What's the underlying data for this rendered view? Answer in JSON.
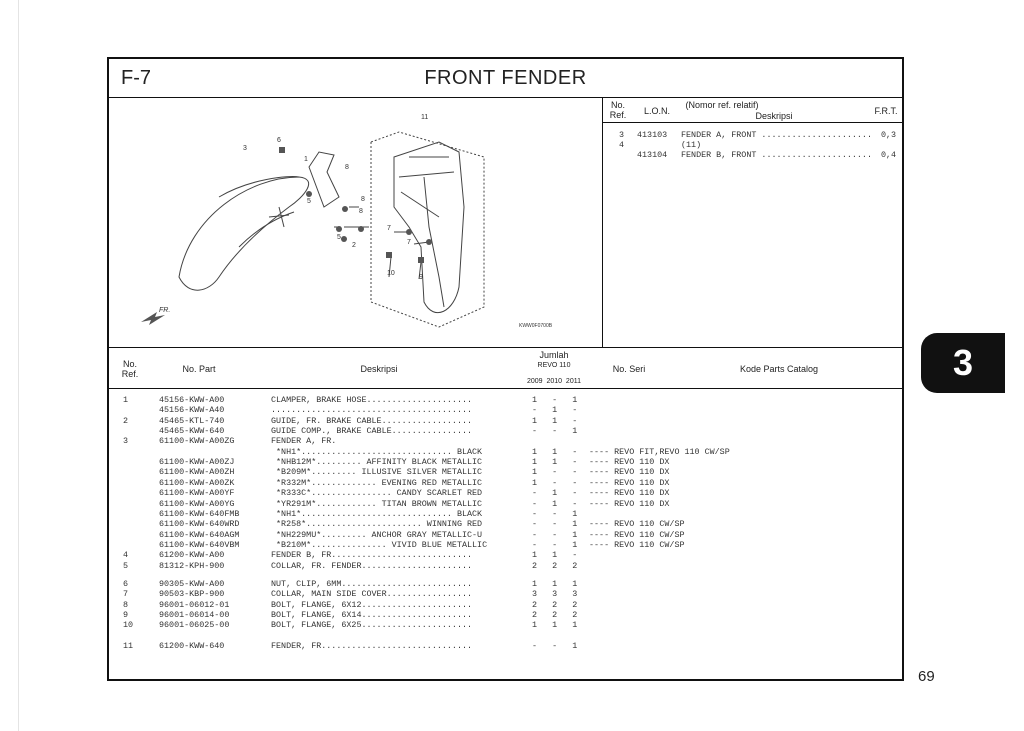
{
  "header": {
    "code": "F-7",
    "title": "FRONT FENDER"
  },
  "lon_table": {
    "headers": {
      "no_ref": "No.\nRef.",
      "lon": "L.O.N.",
      "nomor_ref": "(Nomor ref. relatif)",
      "deskripsi": "Deskripsi",
      "frt": "F.R.T."
    },
    "rows": [
      {
        "no": "3",
        "lon": "413103",
        "desc": "FENDER A, FRONT ......................",
        "frt": "0,3"
      },
      {
        "no": "4",
        "lon": "",
        "desc": "(11)",
        "frt": ""
      },
      {
        "no": "",
        "lon": "413104",
        "desc": "FENDER B, FRONT ......................",
        "frt": "0,4"
      }
    ]
  },
  "diagram": {
    "labels": [
      "11",
      "6",
      "3",
      "1",
      "8",
      "5",
      "8",
      "5",
      "2",
      "7",
      "7",
      "10",
      "9",
      "8"
    ],
    "fr_label": "FR.",
    "code_label": "KWW0F0700B"
  },
  "parts_header": {
    "no_ref": "No.\nRef.",
    "no_part": "No. Part",
    "deskripsi": "Deskripsi",
    "jumlah": "Jumlah",
    "model": "REVO 110",
    "years": "2009  2010  2011",
    "no_seri": "No. Seri",
    "kode": "Kode Parts Catalog"
  },
  "parts": [
    {
      "ref": "1",
      "part": "45156-KWW-A00",
      "desc": "CLAMPER, BRAKE HOSE.....................",
      "q": "1   -   1",
      "seri": ""
    },
    {
      "ref": "",
      "part": "45156-KWW-A40",
      "desc": "........................................",
      "q": "-   1   -",
      "seri": ""
    },
    {
      "ref": "2",
      "part": "45465-KTL-740",
      "desc": "GUIDE, FR. BRAKE CABLE..................",
      "q": "1   1   -",
      "seri": ""
    },
    {
      "ref": "",
      "part": "45465-KWW-640",
      "desc": "GUIDE COMP., BRAKE CABLE................",
      "q": "-   -   1",
      "seri": ""
    },
    {
      "ref": "3",
      "part": "61100-KWW-A00ZG",
      "desc": "FENDER A, FR.",
      "q": "",
      "seri": ""
    },
    {
      "ref": "",
      "part": "",
      "desc": " *NH1*.............................. BLACK",
      "q": "1   1   -",
      "seri": "---- REVO FIT,REVO 110 CW/SP"
    },
    {
      "ref": "",
      "part": "61100-KWW-A00ZJ",
      "desc": " *NHB12M*......... AFFINITY BLACK METALLIC",
      "q": "1   1   -",
      "seri": "---- REVO 110 DX"
    },
    {
      "ref": "",
      "part": "61100-KWW-A00ZH",
      "desc": " *B209M*......... ILLUSIVE SILVER METALLIC",
      "q": "1   -   -",
      "seri": "---- REVO 110 DX"
    },
    {
      "ref": "",
      "part": "61100-KWW-A00ZK",
      "desc": " *R332M*............. EVENING RED METALLIC",
      "q": "1   -   -",
      "seri": "---- REVO 110 DX"
    },
    {
      "ref": "",
      "part": "61100-KWW-A00YF",
      "desc": " *R333C*................ CANDY SCARLET RED",
      "q": "-   1   -",
      "seri": "---- REVO 110 DX"
    },
    {
      "ref": "",
      "part": "61100-KWW-A00YG",
      "desc": " *YR291M*............ TITAN BROWN METALLIC",
      "q": "-   1   -",
      "seri": "---- REVO 110 DX"
    },
    {
      "ref": "",
      "part": "61100-KWW-640FMB",
      "desc": " *NH1*.............................. BLACK",
      "q": "-   -   1",
      "seri": ""
    },
    {
      "ref": "",
      "part": "61100-KWW-640WRD",
      "desc": " *R258*....................... WINNING RED",
      "q": "-   -   1",
      "seri": "---- REVO 110 CW/SP"
    },
    {
      "ref": "",
      "part": "61100-KWW-640AGM",
      "desc": " *NH229MU*......... ANCHOR GRAY METALLIC-U",
      "q": "-   -   1",
      "seri": "---- REVO 110 CW/SP"
    },
    {
      "ref": "",
      "part": "61100-KWW-640VBM",
      "desc": " *B210M*............... VIVID BLUE METALLIC",
      "q": "-   -   1",
      "seri": "---- REVO 110 CW/SP"
    },
    {
      "ref": "4",
      "part": "61200-KWW-A00",
      "desc": "FENDER B, FR............................",
      "q": "1   1   -",
      "seri": ""
    },
    {
      "ref": "5",
      "part": "81312-KPH-900",
      "desc": "COLLAR, FR. FENDER......................",
      "q": "2   2   2",
      "seri": ""
    },
    {
      "ref": "6",
      "part": "90305-KWW-A00",
      "desc": "NUT, CLIP, 6MM..........................",
      "q": "1   1   1",
      "seri": ""
    },
    {
      "ref": "7",
      "part": "90503-KBP-900",
      "desc": "COLLAR, MAIN SIDE COVER.................",
      "q": "3   3   3",
      "seri": ""
    },
    {
      "ref": "8",
      "part": "96001-06012-01",
      "desc": "BOLT, FLANGE, 6X12......................",
      "q": "2   2   2",
      "seri": ""
    },
    {
      "ref": "9",
      "part": "96001-06014-00",
      "desc": "BOLT, FLANGE, 6X14......................",
      "q": "2   2   2",
      "seri": ""
    },
    {
      "ref": "10",
      "part": "96001-06025-00",
      "desc": "BOLT, FLANGE, 6X25......................",
      "q": "1   1   1",
      "seri": ""
    },
    {
      "ref": "11",
      "part": "61200-KWW-640",
      "desc": "FENDER, FR..............................",
      "q": "-   -   1",
      "seri": ""
    }
  ],
  "side_tab": "3",
  "page_number": "69"
}
